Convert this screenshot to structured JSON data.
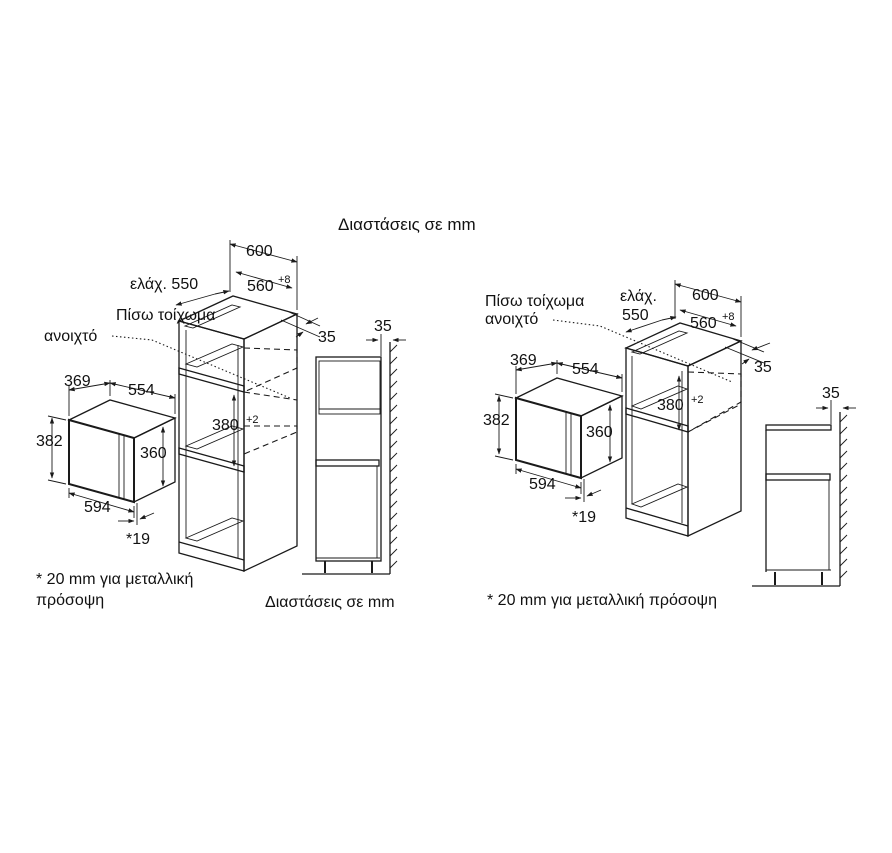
{
  "title": "Διαστάσεις σε mm",
  "left": {
    "wall_label_1": "Πίσω τοίχωμα",
    "wall_label_2": "ανοιχτό",
    "min_label": "ελάχ. 550",
    "dim_600": "600",
    "dim_560": "560",
    "dim_560_sup": "+8",
    "dim_35_top": "35",
    "dim_35_side": "35",
    "dim_380": "380",
    "dim_380_sup": "+2",
    "dim_369": "369",
    "dim_554": "554",
    "dim_382": "382",
    "dim_360": "360",
    "dim_594": "594",
    "dim_19": "*19",
    "note_1": "* 20 mm για μεταλλική",
    "note_2": "πρόσοψη",
    "caption": "Διαστάσεις σε mm"
  },
  "right": {
    "wall_label_1": "Πίσω τοίχωμα",
    "wall_label_2": "ανοιχτό",
    "min_label_1": "ελάχ.",
    "min_label_2": "550",
    "dim_600": "600",
    "dim_560": "560",
    "dim_560_sup": "+8",
    "dim_35_top": "35",
    "dim_35_side": "35",
    "dim_380": "380",
    "dim_380_sup": "+2",
    "dim_369": "369",
    "dim_554": "554",
    "dim_382": "382",
    "dim_360": "360",
    "dim_594": "594",
    "dim_19": "*19",
    "note": "* 20 mm για μεταλλική πρόσοψη"
  }
}
